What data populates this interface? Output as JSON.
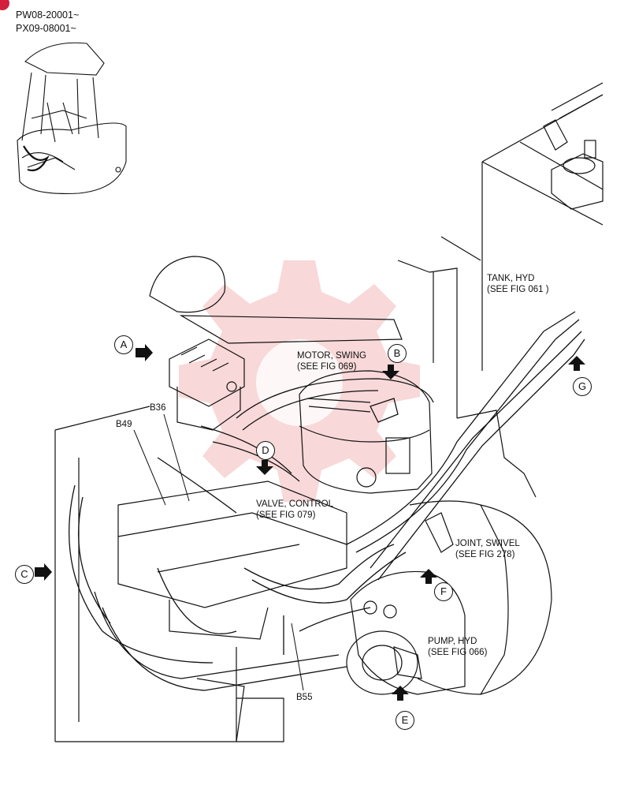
{
  "colors": {
    "line": "#111111",
    "watermark": "#f3b8b8",
    "badge": "#d21f3c"
  },
  "serials": [
    "PW08-20001~",
    "PX09-08001~"
  ],
  "callouts": [
    {
      "id": "A"
    },
    {
      "id": "B"
    },
    {
      "id": "C"
    },
    {
      "id": "D"
    },
    {
      "id": "E"
    },
    {
      "id": "F"
    },
    {
      "id": "G"
    }
  ],
  "labels": {
    "tank": [
      "TANK, HYD",
      "(SEE FIG 061 )"
    ],
    "motor": [
      "MOTOR, SWING",
      "(SEE FIG 069)"
    ],
    "valve": [
      "VALVE, CONTROL",
      "(SEE FIG 079)"
    ],
    "joint": [
      "JOINT, SWIVEL",
      "(SEE FIG 278)"
    ],
    "pump": [
      "PUMP, HYD",
      "(SEE FIG 066)"
    ]
  },
  "parts": {
    "b36": "B36",
    "b49": "B49",
    "b55": "B55"
  }
}
